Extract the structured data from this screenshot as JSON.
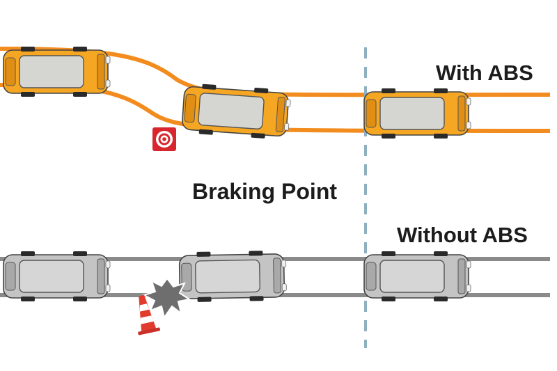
{
  "labels": {
    "with_abs": "With ABS",
    "braking_point": "Braking Point",
    "without_abs": "Without ABS"
  },
  "colors": {
    "abs_track": "#F28C1E",
    "abs_car_body": "#F5A623",
    "no_abs_track": "#8A8A8A",
    "no_abs_car_body": "#C4C4C4",
    "braking_line": "#8FB0BF",
    "target_sign": "#D7262E",
    "cone": "#E23B2E",
    "impact": "#6E6E6E"
  },
  "icons": [
    "target-sign-icon",
    "traffic-cone-icon",
    "impact-burst-icon"
  ]
}
